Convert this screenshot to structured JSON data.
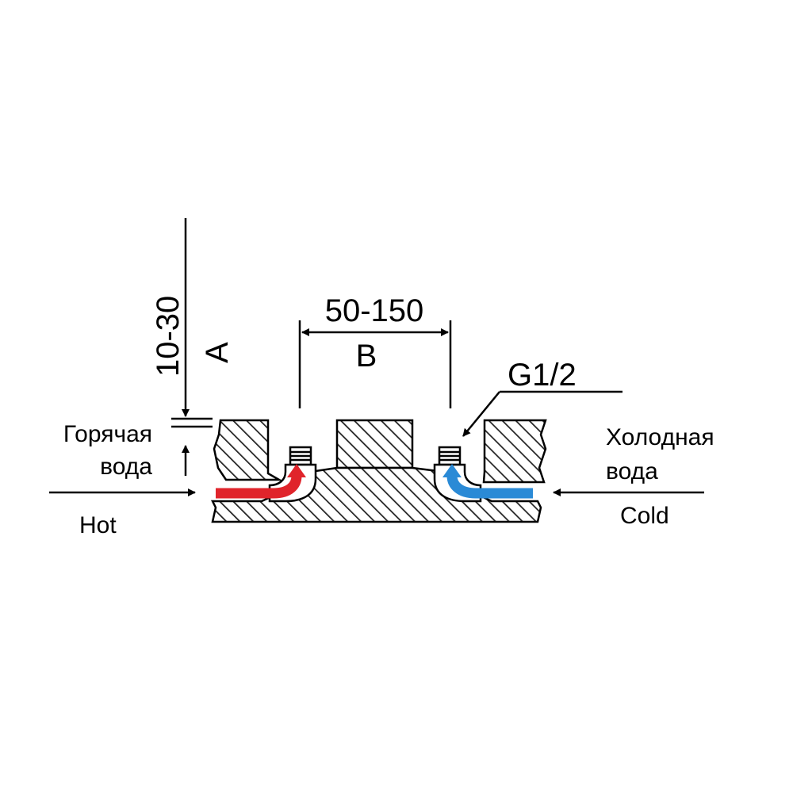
{
  "labels": {
    "dim_a_value": "10-30",
    "dim_a_letter": "A",
    "dim_b_value": "50-150",
    "dim_b_letter": "B",
    "thread": "G1/2",
    "hot_ru_line1": "Горячая",
    "hot_ru_line2": "вода",
    "hot_en": "Hot",
    "cold_ru_line1": "Холодная",
    "cold_ru_line2": "вода",
    "cold_en": "Cold"
  },
  "colors": {
    "hot_water": "#e0242b",
    "cold_water": "#2a8ad6",
    "line": "#000000",
    "hatch": "#222222"
  }
}
